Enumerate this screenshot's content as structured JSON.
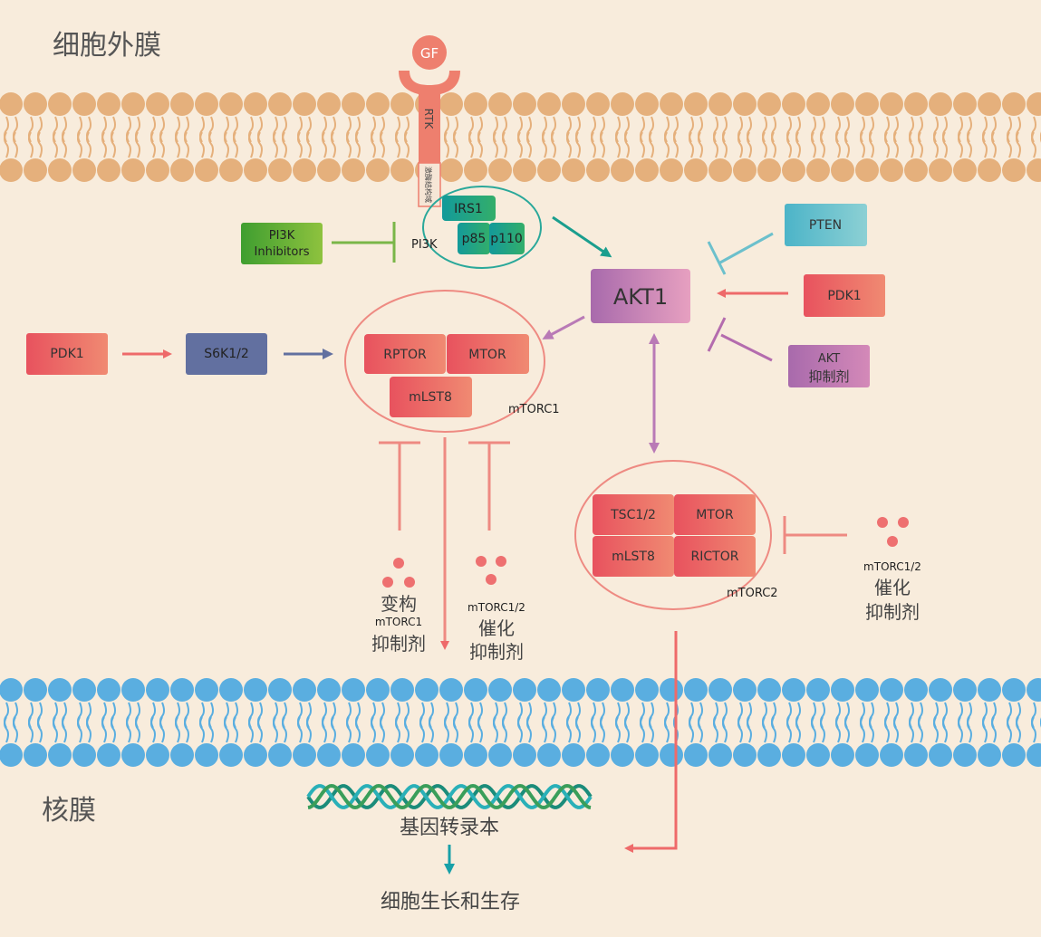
{
  "labels": {
    "cell_membrane": "细胞外膜",
    "nuclear_membrane": "核膜",
    "gf": "GF",
    "rtk": "RTK",
    "kinase_domain": "激酶结构域",
    "irs1": "IRS1",
    "p85": "p85",
    "p110": "p110",
    "pi3k": "PI3K",
    "pi3k_inhibitors_line1": "PI3K",
    "pi3k_inhibitors_line2": "Inhibitors",
    "pten": "PTEN",
    "akt1": "AKT1",
    "pdk1_right": "PDK1",
    "akt_inhibitor_line1": "AKT",
    "akt_inhibitor_line2": "抑制剂",
    "pdk1_left": "PDK1",
    "s6k": "S6K1/2",
    "rptor": "RPTOR",
    "mtor1": "MTOR",
    "mlst8_1": "mLST8",
    "mtorc1": "mTORC1",
    "tsc": "TSC1/2",
    "mtor2": "MTOR",
    "mlst8_2": "mLST8",
    "rictor": "RICTOR",
    "mtorc2": "mTORC2",
    "allosteric_line1": "变构",
    "allosteric_line2": "mTORC1",
    "allosteric_line3": "抑制剂",
    "catalytic_mid_line1": "mTORC1/2",
    "catalytic_mid_line2": "催化",
    "catalytic_mid_line3": "抑制剂",
    "catalytic_right_line1": "mTORC1/2",
    "catalytic_right_line2": "催化",
    "catalytic_right_line3": "抑制剂",
    "gene_transcription": "基因转录本",
    "cell_growth": "细胞生长和生存"
  },
  "colors": {
    "background": "#f8ecdc",
    "outer_membrane": "#e5b07c",
    "nuclear_membrane": "#5aaee0",
    "salmon": "#ee7a70",
    "teal": "#1a9e8e",
    "purple": "#b46cae",
    "green": "#5aa832",
    "pten": "#6cc0cc",
    "s6k": "#6270a0"
  }
}
